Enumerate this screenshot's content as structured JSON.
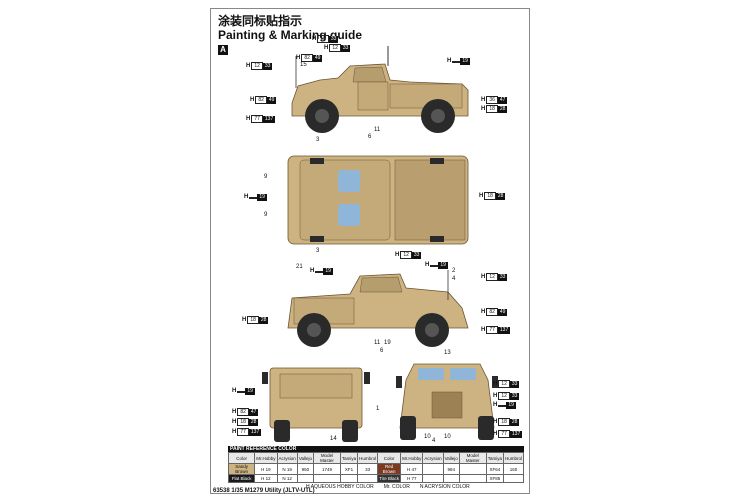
{
  "page": {
    "title_cn": "涂装同标贴指示",
    "title_en": "Painting & Marking guide",
    "section_label": "A",
    "footer": "63538 1/35 M1279 Utility (JLTV-UTL)"
  },
  "colors": {
    "tan": "#cdb382",
    "tan_dark": "#9c8154",
    "glass": "#8fb6d9",
    "tire": "#2a2a2a",
    "ink": "#111111"
  },
  "callouts": {
    "c01": {
      "h": "H",
      "w": "12",
      "b": "33"
    },
    "c02": {
      "h": "H",
      "w": "12",
      "b": "33"
    },
    "c03": {
      "h": "H",
      "w": "12",
      "b": "33"
    },
    "c04": {
      "h": "H",
      "w": "82",
      "b": "49"
    },
    "c05": {
      "h": "H",
      "w": "",
      "b": "19"
    },
    "c06": {
      "h": "H",
      "w": "82",
      "b": "49"
    },
    "c07": {
      "h": "H",
      "w": "36",
      "b": "47"
    },
    "c08": {
      "h": "H",
      "w": "18",
      "b": "28"
    },
    "c09": {
      "h": "H",
      "w": "77",
      "b": "137"
    },
    "c10": {
      "h": "H",
      "w": "",
      "b": "19"
    },
    "c11": {
      "h": "H",
      "w": "18",
      "b": "28"
    },
    "c12": {
      "h": "H",
      "w": "12",
      "b": "33"
    },
    "c13": {
      "h": "H",
      "w": "",
      "b": "19"
    },
    "c14": {
      "h": "H",
      "w": "",
      "b": "19"
    },
    "c15": {
      "h": "H",
      "w": "12",
      "b": "33"
    },
    "c16": {
      "h": "H",
      "w": "82",
      "b": "49"
    },
    "c17": {
      "h": "H",
      "w": "18",
      "b": "28"
    },
    "c18": {
      "h": "H",
      "w": "77",
      "b": "137"
    },
    "c19": {
      "h": "H",
      "w": "",
      "b": "19"
    },
    "c20": {
      "h": "H",
      "w": "82",
      "b": "47"
    },
    "c21": {
      "h": "H",
      "w": "18",
      "b": "28"
    },
    "c22": {
      "h": "H",
      "w": "77",
      "b": "137"
    },
    "c23": {
      "h": "H",
      "w": "12",
      "b": "33"
    },
    "c24": {
      "h": "H",
      "w": "",
      "b": "19"
    },
    "c25": {
      "h": "H",
      "w": "18",
      "b": "28"
    },
    "c26": {
      "h": "H",
      "w": "77",
      "b": "137"
    },
    "c27": {
      "h": "H",
      "w": "12",
      "b": "33"
    }
  },
  "numbers": [
    "11",
    "6",
    "15",
    "3",
    "9",
    "9",
    "3",
    "21",
    "2",
    "4",
    "11",
    "19",
    "6",
    "13",
    "1",
    "14",
    "10",
    "4",
    "10"
  ],
  "reference": {
    "title": "PAINT REFERENCE COLOR",
    "headers": [
      "Color",
      "Mr.Hobby",
      "Acrysion",
      "Vallejo",
      "Model Master",
      "Tamiya",
      "Humbrol",
      "Color",
      "Mr.Hobby",
      "Acrysion",
      "Vallejo",
      "Model Master",
      "Tamiya",
      "Humbrol"
    ],
    "rows": [
      [
        "Sandy Brown",
        "H 19",
        "N 19",
        "950",
        "1749",
        "XF1",
        "33",
        "Red Brown",
        "H 47",
        "",
        "984",
        "",
        "XF64",
        "160"
      ],
      [
        "Flat Black",
        "H 12",
        "N 12",
        "",
        "",
        "",
        "",
        "Tire Black",
        "H 77",
        "",
        "",
        "",
        "XF85",
        ""
      ]
    ]
  },
  "legend": {
    "a": "H  AQUEOUS HOBBY COLOR",
    "b": "Mr. COLOR",
    "c": "N  ACRYSION COLOR"
  }
}
